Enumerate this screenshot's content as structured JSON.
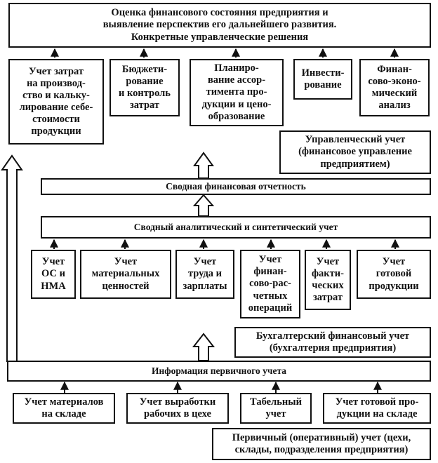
{
  "diagram": {
    "top": {
      "title": "Оценка финансового состояния предприятия и\nвыявление перспектив его дальнейшего развития.\nКонкретные управленческие решения"
    },
    "management_tasks": [
      "Учет затрат\nна производ-\nство и кальку-\nлирование себе-\nстоимости\nпродукции",
      "Бюджети-\nрование\nи контроль\nзатрат",
      "Планиро-\nвание ассор-\nтимента про-\nдукции и цено-\nобразование",
      "Инвести-\nрование",
      "Финан-\nсово-эконо-\nмический\nанализ"
    ],
    "management_accounting_label": "Управленческий учет\n(финансовое управление\nпредприятием)",
    "summary_reporting_label": "Сводная финансовая отчетность",
    "summary_accounting_label": "Сводный аналитический и синтетический учет",
    "accounting_sections": [
      "Учет\nОС и\nНМА",
      "Учет\nматериальных\nценностей",
      "Учет\nтруда и\nзарплаты",
      "Учет\nфинан-\nсово-рас-\nчетных\nопераций",
      "Учет\nфакти-\nческих\nзатрат",
      "Учет\nготовой\nпродукции"
    ],
    "financial_accounting_label": "Бухгалтерский финансовый учет\n(бухгалтерия предприятия)",
    "primary_info_label": "Информация первичного учета",
    "primary_sources": [
      "Учет материалов\nна складе",
      "Учет выработки\nрабочих в цехе",
      "Табельный\nучет",
      "Учет готовой про-\nдукции на складе"
    ],
    "primary_accounting_label": "Первичный (оперативный) учет (цехи,\nсклады, подразделения предприятия)"
  }
}
